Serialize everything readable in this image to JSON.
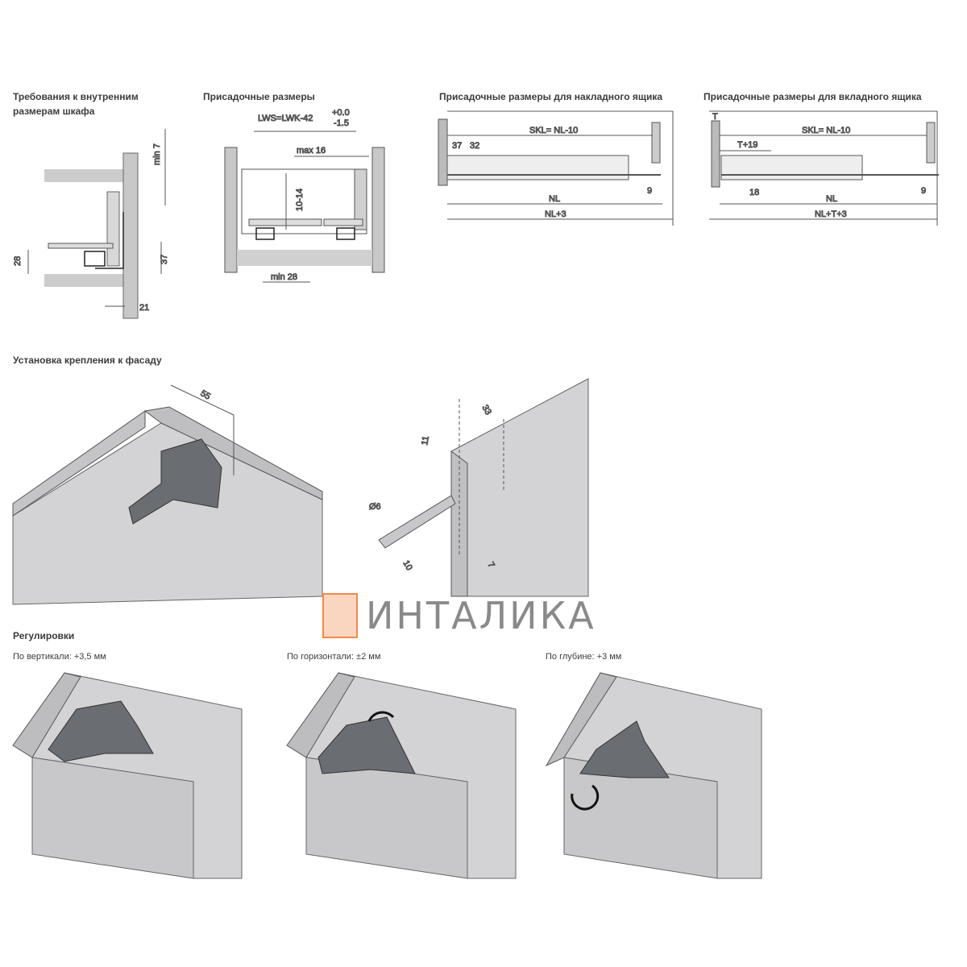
{
  "sections": {
    "cabinet_requirements": {
      "title_line1": "Требования к внутренним",
      "title_line2": "размерам шкафа",
      "dims": {
        "min7": "min 7",
        "d28": "28",
        "d37": "37",
        "d21": "21"
      }
    },
    "mounting_dims": {
      "title": "Присадочные размеры",
      "dims": {
        "lws": "LWS=LWK-42",
        "tol_plus": "+0.0",
        "tol_minus": "-1.5",
        "max16": "max 16",
        "d10_14": "10-14",
        "min28": "min 28"
      }
    },
    "overlay_drawer": {
      "title": "Присадочные размеры для накладного ящика",
      "dims": {
        "skl": "SKL= NL-10",
        "d37": "37",
        "d32": "32",
        "nl": "NL",
        "nl3": "NL+3",
        "d9": "9"
      }
    },
    "inset_drawer": {
      "title": "Присадочные размеры для вкладного ящика",
      "dims": {
        "t": "T",
        "skl": "SKL= NL-10",
        "t19": "T+19",
        "d18": "18",
        "nl": "NL",
        "nlt3": "NL+T+3",
        "d9": "9"
      }
    },
    "front_mounting": {
      "title": "Установка крепления к фасаду",
      "dims": {
        "d55": "55",
        "d33": "33",
        "d11": "11",
        "d6": "Ø6",
        "d10": "10",
        "d7": "7"
      }
    },
    "adjustments": {
      "title": "Регулировки",
      "vertical": "По вертикали: +3,5 мм",
      "horizontal": "По горизонтали: ±2 мм",
      "depth": "По глубине: +3 мм"
    }
  },
  "watermark": {
    "brand": "ИНТАЛИКА",
    "accent": "#f08a4b"
  }
}
